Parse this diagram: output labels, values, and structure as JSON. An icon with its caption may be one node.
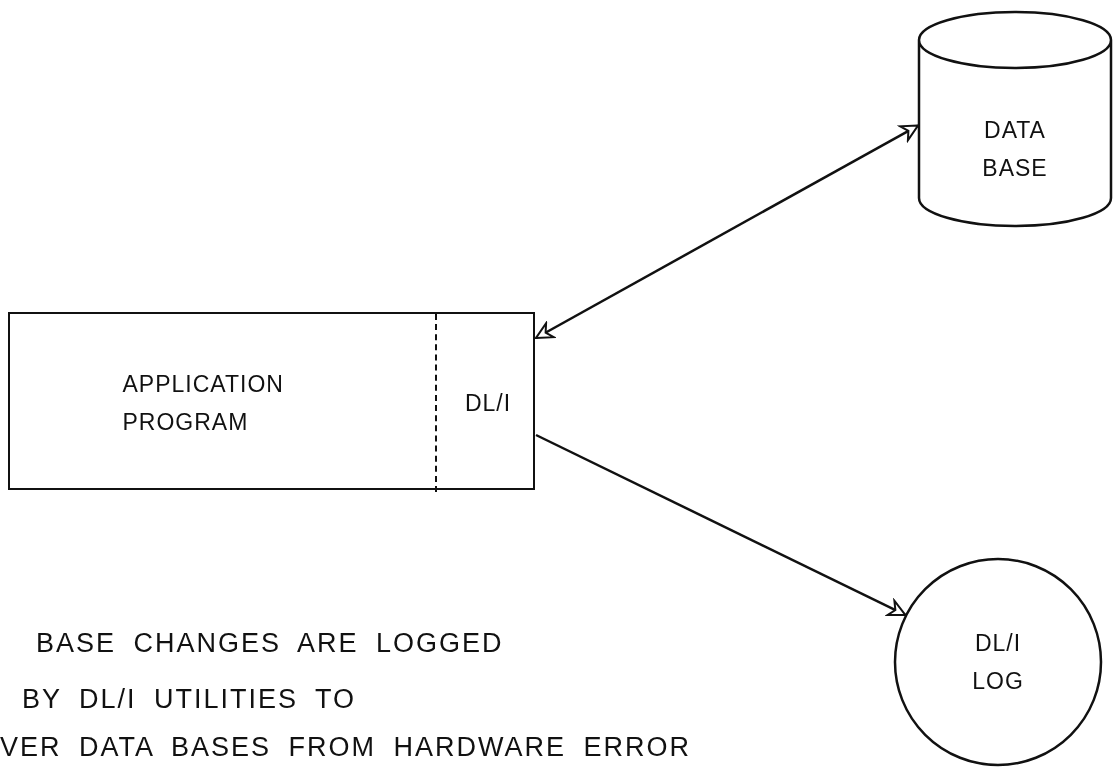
{
  "diagram": {
    "nodes": [
      {
        "text": [
          "APPLICATION PROGRAM"
        ]
      },
      {
        "text": [
          "DL/I"
        ],
        "in": 0
      },
      {
        "text": [
          "DATA BASE"
        ]
      },
      {
        "text": [
          "DL/I LOG"
        ]
      }
    ],
    "edges": [
      {
        "from": 1,
        "to": 2,
        "arrow": "both"
      },
      {
        "from": 1,
        "to": 3,
        "arrow": "to"
      }
    ],
    "labels": [
      "BASE CHANGES ARE LOGGED",
      "BY DL/I UTILITIES TO",
      "VER DATA BASES FROM HARDWARE ERROR"
    ]
  }
}
